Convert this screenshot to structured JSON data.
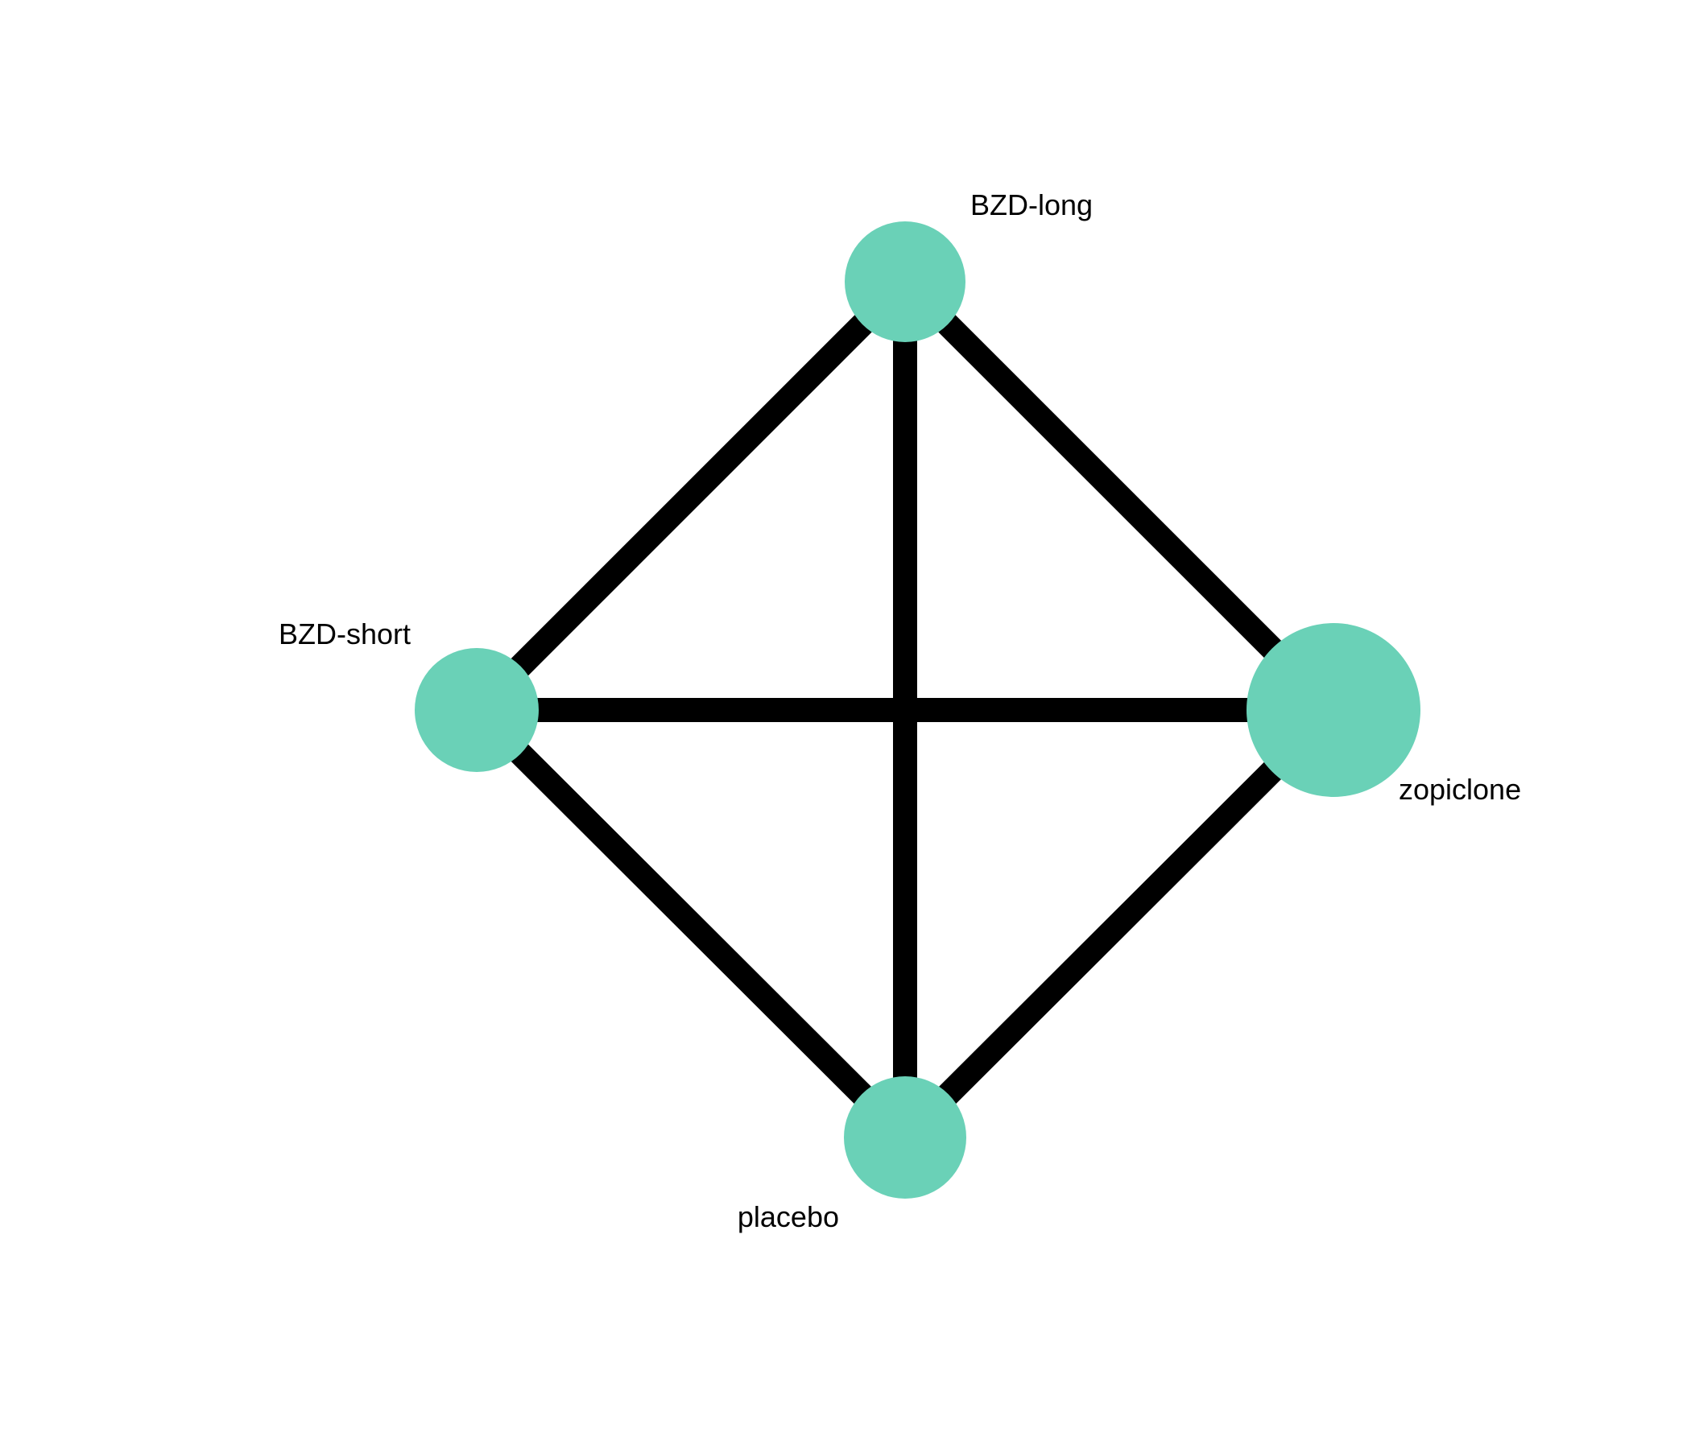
{
  "diagram": {
    "type": "network",
    "node_color": "#6AD1B7",
    "edge_color": "#000000",
    "nodes": [
      {
        "id": "bzd-long",
        "label": "BZD-long"
      },
      {
        "id": "bzd-short",
        "label": "BZD-short"
      },
      {
        "id": "zopiclone",
        "label": "zopiclone"
      },
      {
        "id": "placebo",
        "label": "placebo"
      }
    ],
    "edges": [
      {
        "from": "bzd-short",
        "to": "bzd-long"
      },
      {
        "from": "bzd-long",
        "to": "zopiclone"
      },
      {
        "from": "zopiclone",
        "to": "placebo"
      },
      {
        "from": "placebo",
        "to": "bzd-short"
      },
      {
        "from": "bzd-long",
        "to": "placebo"
      },
      {
        "from": "bzd-short",
        "to": "zopiclone"
      }
    ]
  }
}
